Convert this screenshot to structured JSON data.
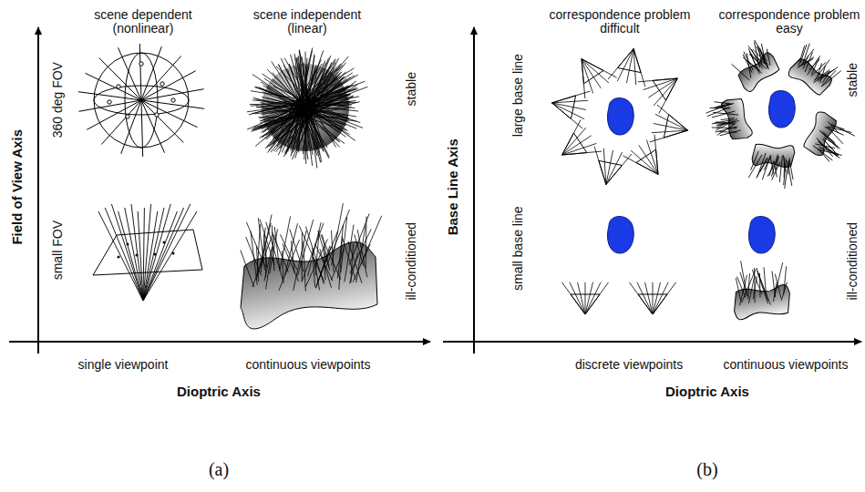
{
  "diagram": {
    "labels": [
      "scene dependent (nonlinear)",
      "scene independent (linear)",
      "360 deg FOV",
      "small FOV",
      "stable",
      "ill-conditioned",
      "Field of View Axis",
      "single viewpoint",
      "continuous viewpoints",
      "Dioptric Axis",
      "(a)",
      "correspondence problem difficult",
      "correspondence problem easy",
      "large base line",
      "small base line",
      "stable",
      "ill-conditioned",
      "Base Line Axis",
      "discrete viewpoints",
      "continuous viewpoints",
      "Dioptric Axis",
      "(b)"
    ]
  }
}
